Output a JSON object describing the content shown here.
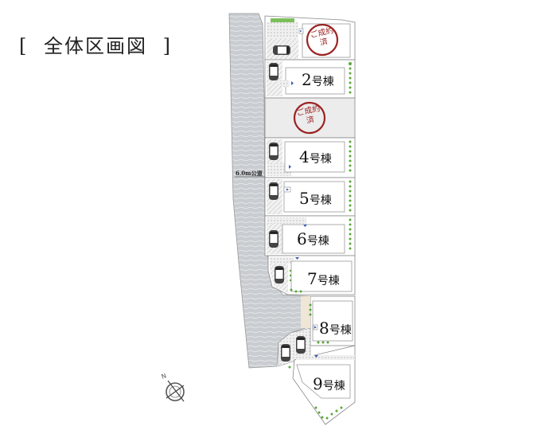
{
  "title": {
    "open": "[",
    "text": "全体区画図",
    "close": "]"
  },
  "road": {
    "label": "6.0m公道"
  },
  "colors": {
    "stamp": "#9b2323",
    "road": "#c8ccd0",
    "lot_bg": "#ffffff",
    "sold_bg": "#ececec",
    "parking": "#e9e9e9",
    "greenery": "#5aa83a",
    "outline": "#888888"
  },
  "lots": [
    {
      "id": "1",
      "status": "sold",
      "stamp_line1": "ご成約",
      "stamp_line2": "済"
    },
    {
      "id": "2",
      "num": "2",
      "suffix": "号棟",
      "status": "available"
    },
    {
      "id": "3",
      "status": "sold",
      "stamp_line1": "ご成約",
      "stamp_line2": "済"
    },
    {
      "id": "4",
      "num": "4",
      "suffix": "号棟",
      "status": "available"
    },
    {
      "id": "5",
      "num": "5",
      "suffix": "号棟",
      "status": "available"
    },
    {
      "id": "6",
      "num": "6",
      "suffix": "号棟",
      "status": "available"
    },
    {
      "id": "7",
      "num": "7",
      "suffix": "号棟",
      "status": "available"
    },
    {
      "id": "8",
      "num": "8",
      "suffix": "号棟",
      "status": "available"
    },
    {
      "id": "9",
      "num": "9",
      "suffix": "号棟",
      "status": "available"
    }
  ],
  "compass": {
    "label": "N"
  }
}
